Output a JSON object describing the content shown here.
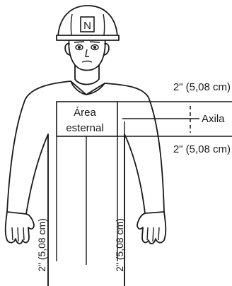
{
  "helmet": {
    "letter": "N"
  },
  "labels": {
    "sternal_area_line1": "Área",
    "sternal_area_line2": "esternal",
    "armpit": "Axila",
    "top_measure": "2\" (5,08 cm)",
    "bottom_measure": "2\" (5,08 cm)",
    "left_vertical_measure": "2\" (5,08 cm)",
    "right_vertical_measure": "2\" (5,08 cm)"
  }
}
